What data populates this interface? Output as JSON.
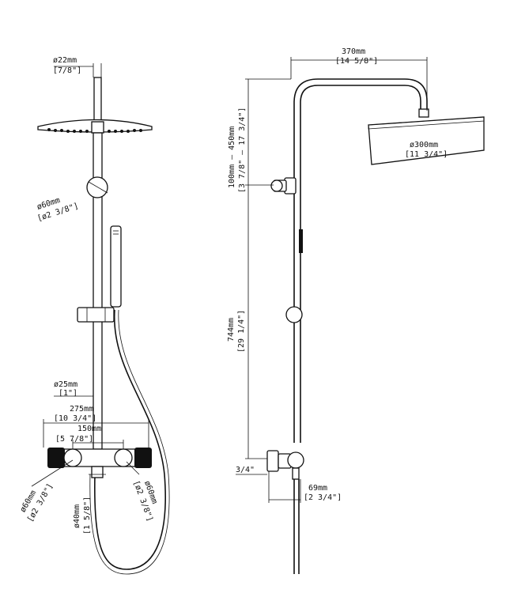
{
  "front_view": {
    "pipe_dia_mm": "ø22mm",
    "pipe_dia_in": "[7/8\"]",
    "holder_dia_mm": "ø60mm",
    "holder_dia_in": "[ø2 3/8\"]",
    "rail_dia_mm": "ø25mm",
    "rail_dia_in": "[1\"]",
    "width_mm": "275mm",
    "width_in": "[10 3/4\"]",
    "centers_mm": "150mm",
    "centers_in": "[5 7/8\"]",
    "left_knob_mm": "ø60mm",
    "left_knob_in": "[ø2 3/8\"]",
    "outlet_mm": "ø40mm",
    "outlet_in": "[1 5/8\"]",
    "right_knob_mm": "ø60mm",
    "right_knob_in": "[ø2 3/8\"]"
  },
  "side_view": {
    "reach_mm": "370mm",
    "reach_in": "[14 5/8\"]",
    "adjust_mm": "100mm — 450mm",
    "adjust_in": "[3 7/8\" — 17 3/4\"]",
    "head_dia_mm": "ø300mm",
    "head_dia_in": "[11 3/4\"]",
    "height_mm": "744mm",
    "height_in": "[29 1/4\"]",
    "connection": "3/4\"",
    "depth_mm": "69mm",
    "depth_in": "[2 3/4\"]"
  }
}
